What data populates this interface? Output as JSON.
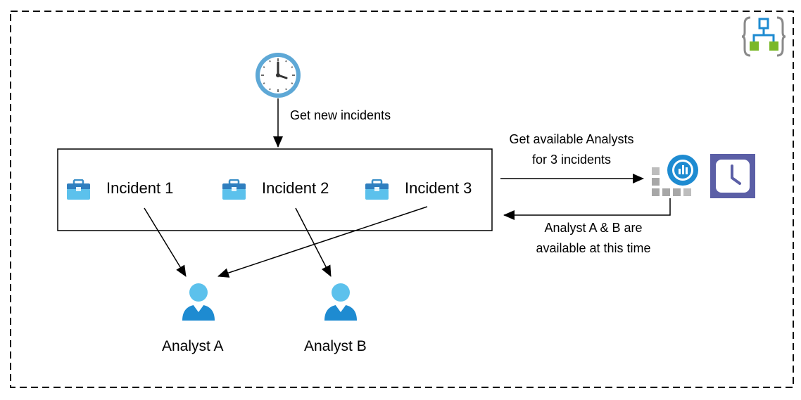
{
  "diagram": {
    "edges": {
      "get_new_incidents": "Get new incidents",
      "get_available_line1": "Get available Analysts",
      "get_available_line2": "for 3 incidents",
      "available_line1": "Analyst A & B are",
      "available_line2": "available at this time"
    },
    "incidents": [
      {
        "label": "Incident 1"
      },
      {
        "label": "Incident 2"
      },
      {
        "label": "Incident 3"
      }
    ],
    "analysts": [
      {
        "label": "Analyst A"
      },
      {
        "label": "Analyst B"
      }
    ],
    "icons": {
      "trigger": "clock-icon",
      "incident": "briefcase-icon",
      "analyst": "user-icon",
      "insights": "application-insights-icon",
      "shifts": "shifts-calendar-clock-icon",
      "logic_app": "logic-app-icon"
    },
    "colors": {
      "azure_blue": "#1e8bd1",
      "light_blue": "#5fc1eb",
      "teams_purple": "#5b5fa6",
      "green": "#7ab829"
    }
  }
}
